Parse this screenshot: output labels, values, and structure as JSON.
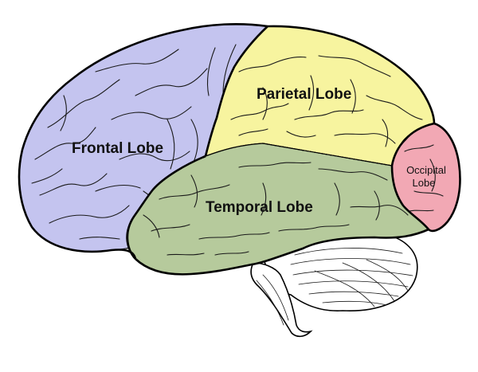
{
  "diagram": {
    "lobes": [
      {
        "id": "frontal",
        "label": "Frontal Lobe",
        "color": "#c4c4ef"
      },
      {
        "id": "parietal",
        "label": "Parietal Lobe",
        "color": "#f7f49f"
      },
      {
        "id": "temporal",
        "label": "Temporal Lobe",
        "color": "#b6ca9c"
      },
      {
        "id": "occipital",
        "label_line1": "Occipital",
        "label_line2": "Lobe",
        "color": "#f2a8b4"
      }
    ],
    "cerebellum_color": "#ffffff",
    "outline_color": "#000000"
  }
}
